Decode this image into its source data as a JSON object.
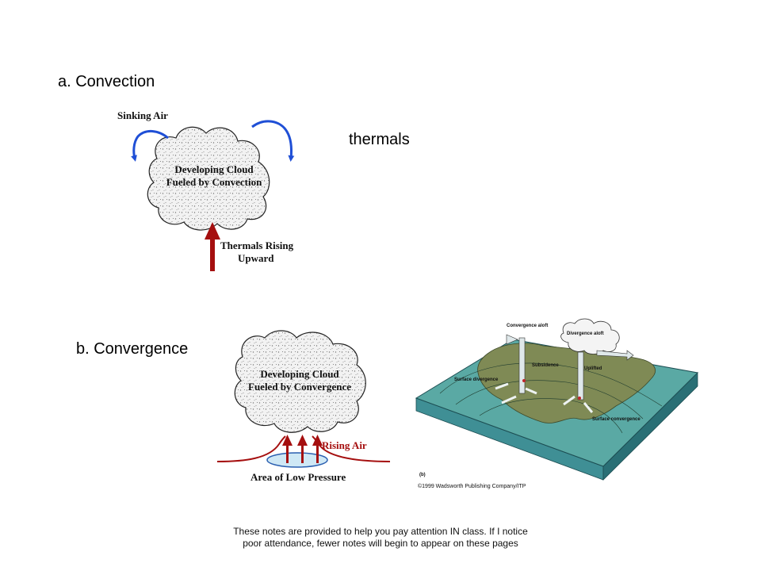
{
  "headings": {
    "convection": "a. Convection",
    "convergence": "b. Convergence",
    "thermals": "thermals"
  },
  "convection_diagram": {
    "sinking_air": "Sinking Air",
    "cloud_line1": "Developing Cloud",
    "cloud_line2": "Fueled by Convection",
    "thermals_line1": "Thermals Rising",
    "thermals_line2": "Upward"
  },
  "convergence_diagram": {
    "cloud_line1": "Developing Cloud",
    "cloud_line2": "Fueled by Convergence",
    "rising_air": "Rising Air",
    "low_pressure": "Area of Low Pressure"
  },
  "map_diagram": {
    "convergence_aloft": "Convergence aloft",
    "divergence_aloft": "Divergence aloft",
    "subsidence": "Subsidence",
    "uplifted": "Uplifted",
    "surface_divergence": "Surface divergence",
    "surface_convergence": "Surface convergence",
    "figure_tag": "(b)",
    "copyright": "©1999 Wadsworth Publishing Company/ITP"
  },
  "footer": {
    "line1": "These notes are provided to help you pay attention IN class. If I notice",
    "line2": "poor attendance, fewer notes will begin to appear on these pages"
  },
  "colors": {
    "blue_arrow": "#1f4fd6",
    "red_arrow": "#a50f0f",
    "land": "#7f8a55",
    "water": "#5aa9a4",
    "box_side": "#2f7f86"
  }
}
